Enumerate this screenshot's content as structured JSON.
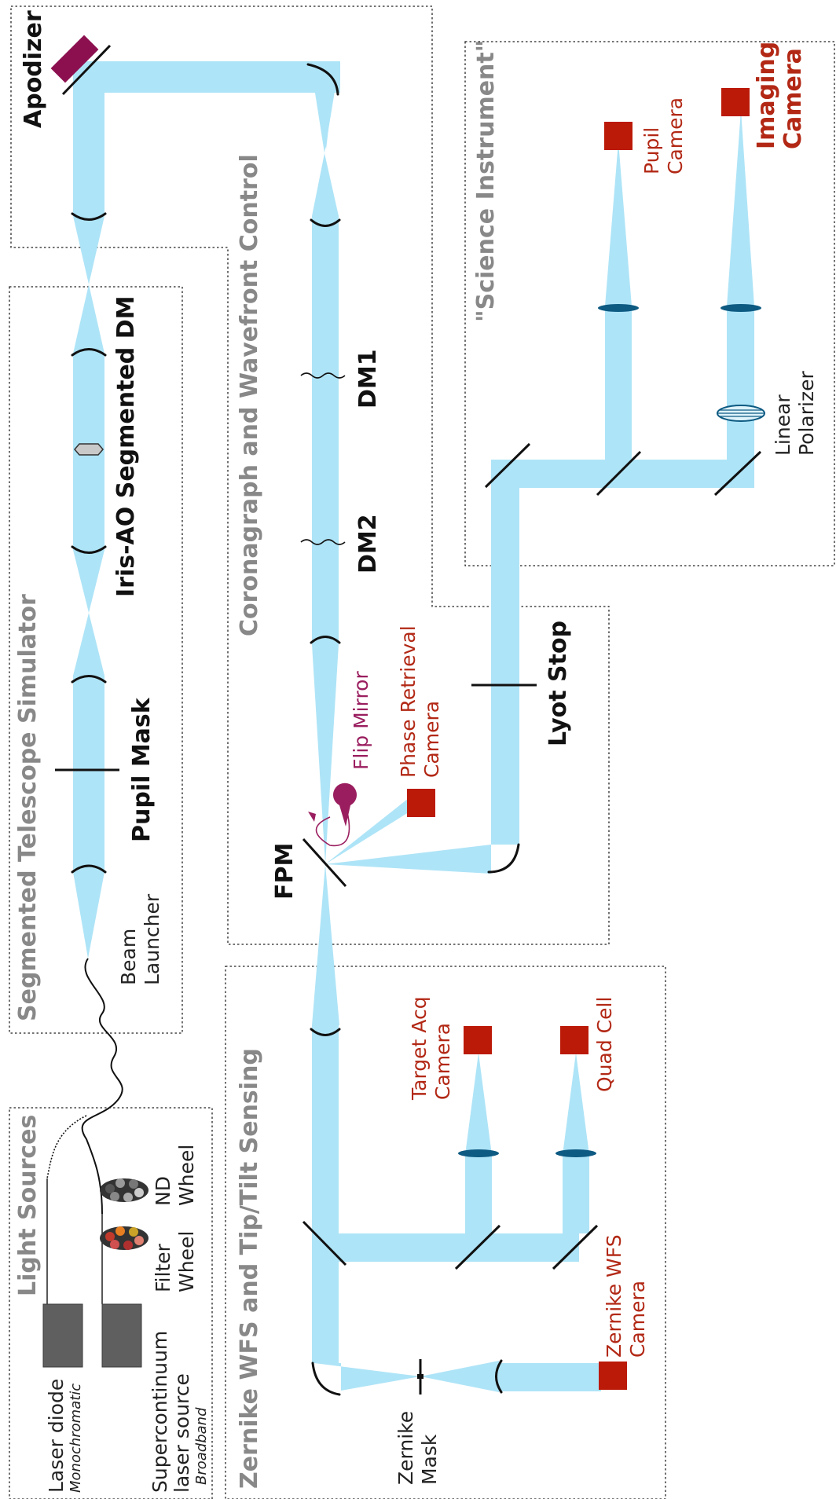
{
  "sections": {
    "light_sources": "Light Sources",
    "segmented_telescope": "Segmented Telescope Simulator",
    "coronagraph": "Coronagraph and Wavefront Control",
    "zernike": "Zernike WFS and Tip/Tilt Sensing",
    "science": "\"Science Instrument\""
  },
  "labels": {
    "apodizer": "Apodizer",
    "iris_ao": "Iris-AO Segmented DM",
    "pupil_mask": "Pupil Mask",
    "dm1": "DM1",
    "dm2": "DM2",
    "fpm": "FPM",
    "lyot_stop": "Lyot Stop",
    "beam_launcher": [
      "Beam",
      "Launcher"
    ],
    "nd_wheel": [
      "ND",
      "Wheel"
    ],
    "filter_wheel": [
      "Filter",
      "Wheel"
    ],
    "laser_diode": "Laser diode",
    "laser_diode_sub": "Monochromatic",
    "supercontinuum": [
      "Supercontinuum",
      "laser source"
    ],
    "supercontinuum_sub": "Broadband",
    "zernike_mask": [
      "Zernike",
      "Mask"
    ],
    "linear_polarizer": [
      "Linear",
      "Polarizer"
    ],
    "flip_mirror": "Flip Mirror"
  },
  "cameras": {
    "pupil": [
      "Pupil",
      "Camera"
    ],
    "imaging": [
      "Imaging",
      "Camera"
    ],
    "phase_retrieval": [
      "Phase Retrieval",
      "Camera"
    ],
    "target_acq": [
      "Target Acq",
      "Camera"
    ],
    "quad_cell": "Quad Cell",
    "zernike_wfs": [
      "Zernike WFS",
      "Camera"
    ]
  },
  "colors": {
    "beam": "#aee4f7",
    "camera": "#bb1a08",
    "camera_label": "#b22815",
    "flip_mirror": "#9a1e5f",
    "apodizer": "#8c1050",
    "lens": "#0d5a82",
    "section_title": "#888888"
  }
}
